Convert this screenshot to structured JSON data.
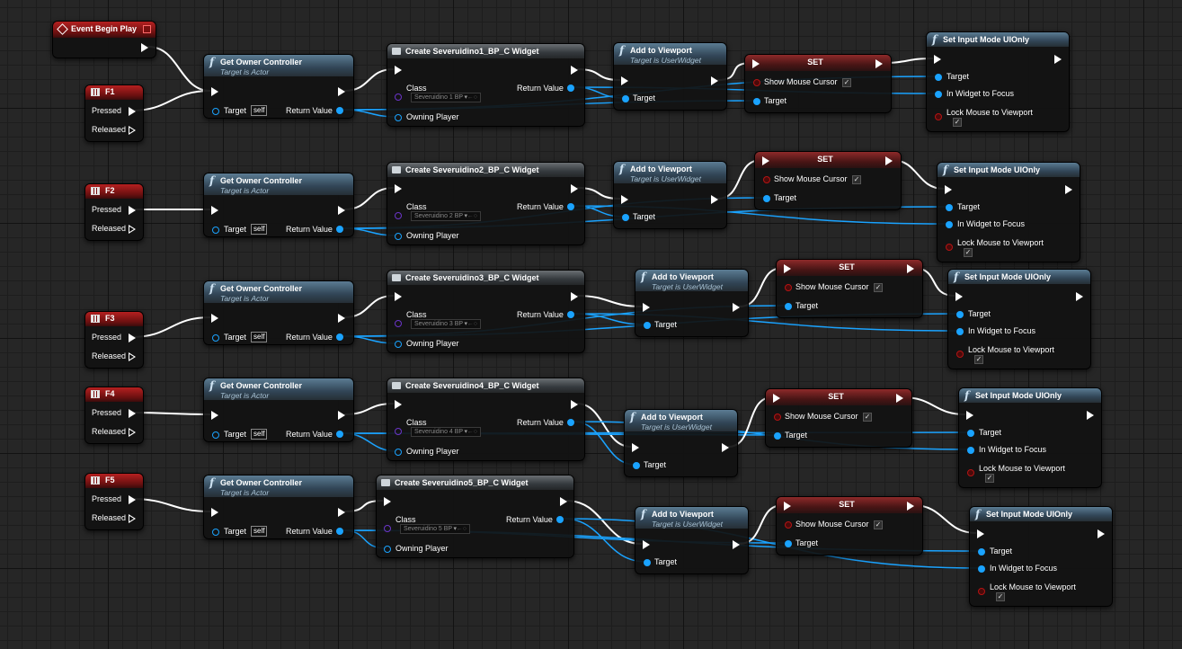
{
  "event": {
    "title": "Event Begin Play"
  },
  "labels": {
    "pressed": "Pressed",
    "released": "Released",
    "target": "Target",
    "self": "self",
    "return_value": "Return Value",
    "class": "Class",
    "owning_player": "Owning Player",
    "show_mouse_cursor": "Show Mouse Cursor",
    "in_widget_to_focus": "In Widget to Focus",
    "lock_mouse": "Lock Mouse to Viewport"
  },
  "nodes": {
    "get_owner": {
      "title": "Get Owner Controller",
      "sub": "Target is Actor"
    },
    "add_viewport": {
      "title": "Add to Viewport",
      "sub": "Target is UserWidget"
    },
    "set": {
      "title": "SET"
    },
    "input_mode": {
      "title": "Set Input Mode UIOnly"
    }
  },
  "rows": [
    {
      "key": "F1",
      "create_title": "Create Severuidino1_BP_C Widget",
      "class_value": "Severuidino 1 BP"
    },
    {
      "key": "F2",
      "create_title": "Create Severuidino2_BP_C Widget",
      "class_value": "Severuidino 2 BP"
    },
    {
      "key": "F3",
      "create_title": "Create Severuidino3_BP_C Widget",
      "class_value": "Severuidino 3 BP"
    },
    {
      "key": "F4",
      "create_title": "Create Severuidino4_BP_C Widget",
      "class_value": "Severuidino 4 BP"
    },
    {
      "key": "F5",
      "create_title": "Create Severuidino5_BP_C Widget",
      "class_value": "Severuidino 5 BP"
    }
  ],
  "colors": {
    "exec_wire": "#ffffff",
    "object_wire": "#1aa3ff",
    "class_pin": "#6b35c9",
    "bool_pin": "#b31414"
  }
}
